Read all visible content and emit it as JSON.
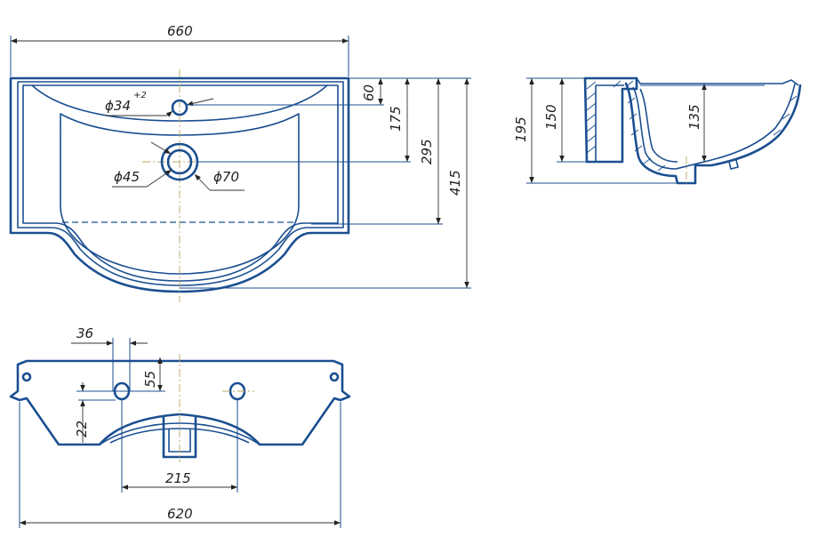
{
  "top_view": {
    "width_label": "660",
    "dim_60": "60",
    "dim_175": "175",
    "dim_295": "295",
    "dim_415": "415",
    "tap_hole_label": "ϕ34",
    "tap_hole_tolerance": "+2",
    "drain_inner_label": "ϕ45",
    "drain_outer_label": "ϕ70"
  },
  "section_view": {
    "dim_195": "195",
    "dim_150": "150",
    "dim_135": "135"
  },
  "back_view": {
    "dim_36": "36",
    "dim_55": "55",
    "dim_22": "22",
    "dim_215": "215",
    "dim_620": "620"
  },
  "colors": {
    "outline": "#1b4f91",
    "dimension": "#333333",
    "centerline": "#b9aa62"
  }
}
